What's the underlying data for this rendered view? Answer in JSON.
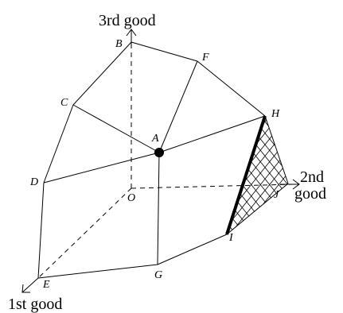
{
  "axes": {
    "vertical_label": "3rd good",
    "right_label_line1": "2nd",
    "right_label_line2": "good",
    "left_label": "1st good"
  },
  "vertices": {
    "A": "A",
    "B": "B",
    "C": "C",
    "D": "D",
    "E": "E",
    "F": "F",
    "G": "G",
    "H": "H",
    "I": "I",
    "J": "J",
    "O": "O"
  },
  "colors": {
    "line": "#000000",
    "background": "#ffffff"
  }
}
